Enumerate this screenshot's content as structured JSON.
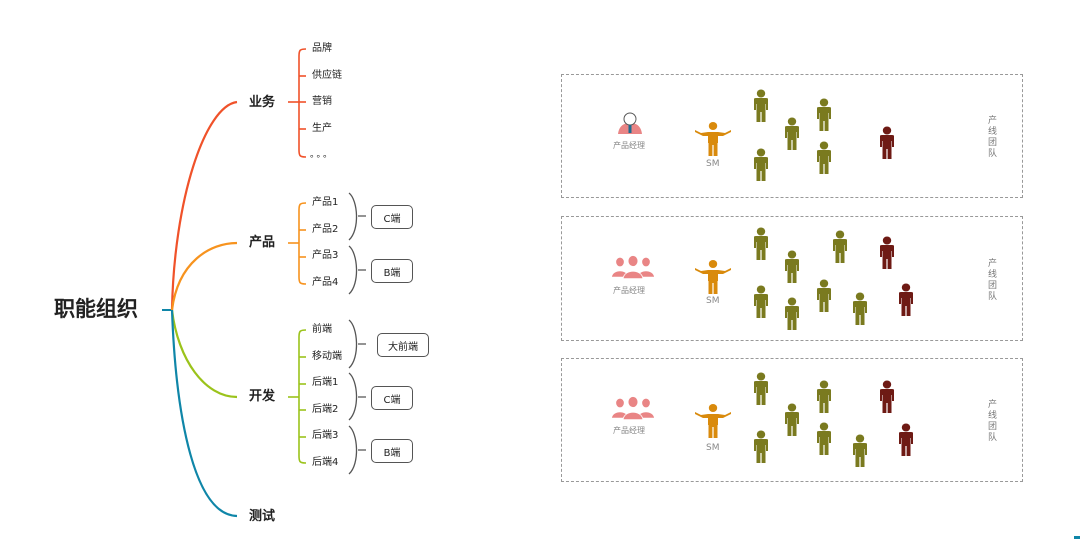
{
  "mindmap": {
    "root": "职能组织",
    "colors": {
      "business": "#f0522a",
      "product": "#f7931e",
      "dev": "#9bc31b",
      "test": "#0f86a8",
      "bracket": "#555555"
    },
    "branches": [
      {
        "label": "业务",
        "color_key": "business",
        "leaves": [
          "品牌",
          "供应链",
          "营销",
          "生产",
          "。。。"
        ],
        "groups": []
      },
      {
        "label": "产品",
        "color_key": "product",
        "leaves": [
          "产品1",
          "产品2",
          "产品3",
          "产品4"
        ],
        "groups": [
          {
            "label": "C端",
            "covers": [
              0,
              1
            ]
          },
          {
            "label": "B端",
            "covers": [
              2,
              3
            ]
          }
        ]
      },
      {
        "label": "开发",
        "color_key": "dev",
        "leaves": [
          "前端",
          "移动端",
          "后端1",
          "后端2",
          "后端3",
          "后端4"
        ],
        "groups": [
          {
            "label": "大前端",
            "covers": [
              0,
              1
            ]
          },
          {
            "label": "C端",
            "covers": [
              2,
              3
            ]
          },
          {
            "label": "B端",
            "covers": [
              4,
              5
            ]
          }
        ]
      },
      {
        "label": "测试",
        "color_key": "test",
        "leaves": [],
        "groups": []
      }
    ]
  },
  "teams": {
    "colors": {
      "pm": "#e98585",
      "sm": "#d98a0c",
      "member": "#7a7a1f",
      "special": "#6e1a14"
    },
    "pm_label": "产品经理",
    "sm_label": "SM",
    "side_label": "产线团队",
    "rows": [
      {
        "pm_icon": "single-manager",
        "members": 5,
        "special": 1
      },
      {
        "pm_icon": "manager-group",
        "members": 7,
        "special": 2
      },
      {
        "pm_icon": "manager-group",
        "members": 6,
        "special": 2
      }
    ]
  }
}
